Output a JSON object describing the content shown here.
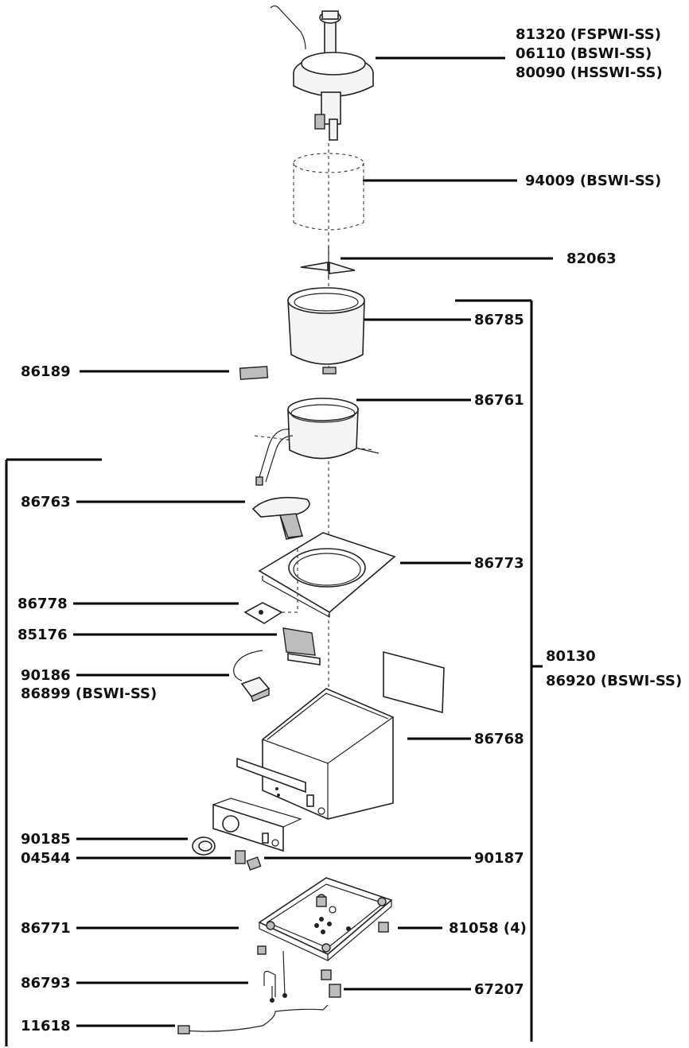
{
  "labels": {
    "pump_1": "81320 (FSPWI-SS)",
    "pump_2": "06110 (BSWI-SS)",
    "pump_3": "80090 (HSSWI-SS)",
    "jar": "94009 (BSWI-SS)",
    "stirrer": "82063",
    "insert": "86785",
    "clip": "86189",
    "heater": "86761",
    "bracket": "86763",
    "top_plate": "86773",
    "thermostat_plate": "86778",
    "sensor_bracket": "85176",
    "thermostat_1": "90186",
    "thermostat_2": "86899 (BSWI-SS)",
    "assembly_1": "80130",
    "assembly_2": "86920 (BSWI-SS)",
    "housing": "86768",
    "knob": "90185",
    "switch": "04544",
    "light": "90187",
    "base": "86771",
    "feet": "81058 (4)",
    "cord_clamp": "86793",
    "foot": "67207",
    "cord": "11618"
  }
}
